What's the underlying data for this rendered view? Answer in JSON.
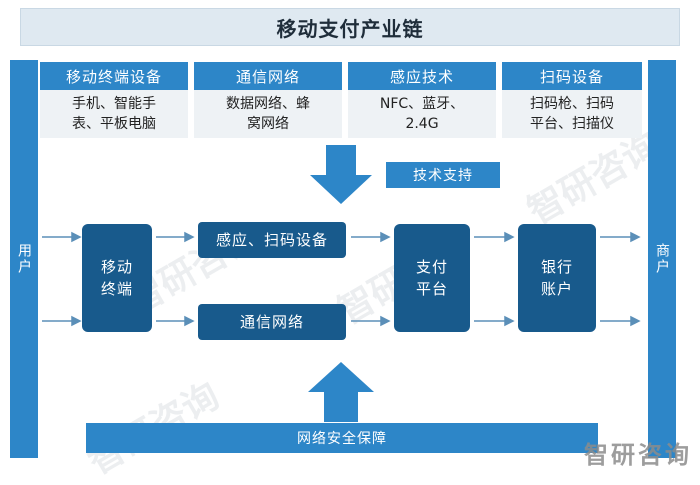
{
  "title": "移动支付产业链",
  "side": {
    "left": "用户",
    "right": "商户"
  },
  "categories": [
    {
      "head": "移动终端设备",
      "body": "手机、智能手\n表、平板电脑"
    },
    {
      "head": "通信网络",
      "body": "数据网络、蜂\n窝网络"
    },
    {
      "head": "感应技术",
      "body": "NFC、蓝牙、\n2.4G"
    },
    {
      "head": "扫码设备",
      "body": "扫码枪、扫码\n平台、扫描仪"
    }
  ],
  "tech_support": "技术支持",
  "nodes": {
    "mobile_terminal": "移动\n终端",
    "sensing_scanning": "感应、扫码设备",
    "comm_network": "通信网络",
    "payment_platform": "支付\n平台",
    "bank_account": "银行\n账户"
  },
  "security": "网络安全保障",
  "watermark": "智研咨询",
  "colors": {
    "primary": "#2d86c8",
    "dark": "#185a8c",
    "light_bg": "#eef2f5",
    "title_bg": "#dfe9f1"
  }
}
